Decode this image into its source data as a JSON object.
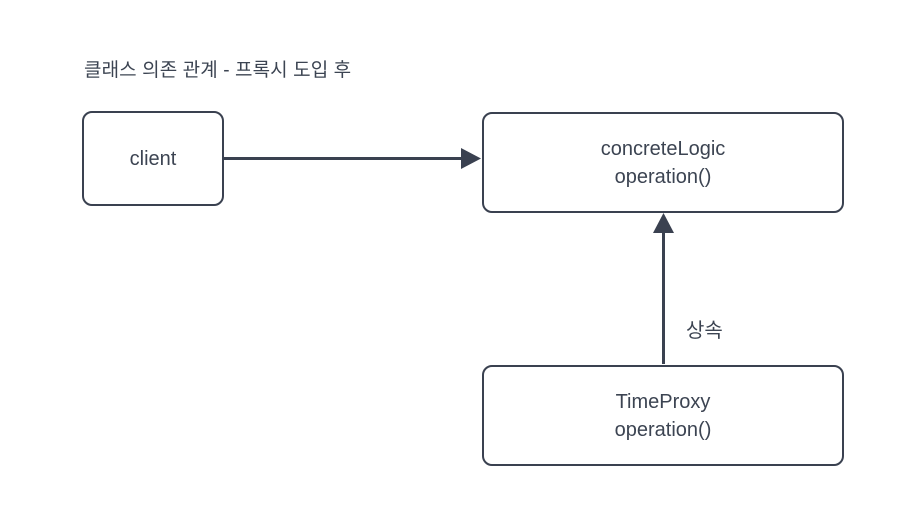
{
  "diagram": {
    "title": "클래스 의존 관계 - 프록시 도입 후",
    "background_color": "#ffffff",
    "stroke_color": "#3a4150",
    "text_color": "#3c4452",
    "nodes": [
      {
        "id": "client",
        "name": "client",
        "line1": "client",
        "line2": ""
      },
      {
        "id": "concrete-logic",
        "name": "concreteLogic",
        "line1": "concreteLogic",
        "line2": "operation()"
      },
      {
        "id": "time-proxy",
        "name": "TimeProxy",
        "line1": "TimeProxy",
        "line2": "operation()"
      }
    ],
    "edges": [
      {
        "id": "client-to-concrete-logic",
        "from": "client",
        "to": "concreteLogic",
        "label": "",
        "arrowhead": "solid-triangle",
        "direction": "right"
      },
      {
        "id": "time-proxy-to-concrete-logic",
        "from": "TimeProxy",
        "to": "concreteLogic",
        "label": "상속",
        "arrowhead": "solid-triangle",
        "direction": "up"
      }
    ]
  }
}
